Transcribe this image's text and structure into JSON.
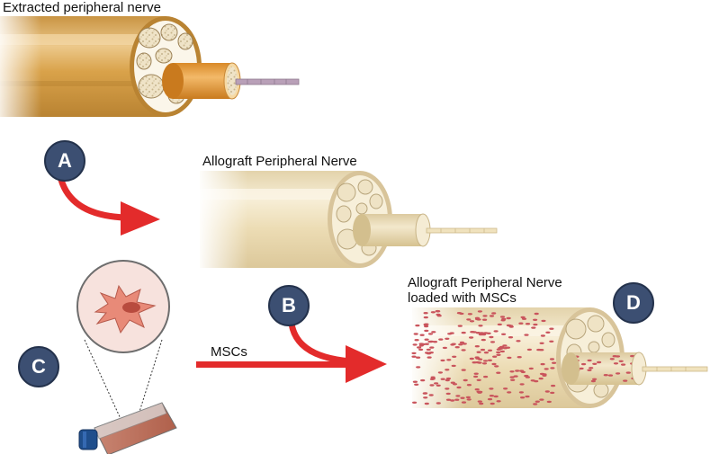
{
  "labels": {
    "extracted": "Extracted peripheral nerve",
    "allograft": "Allograft Peripheral Nerve",
    "loaded_line1": "Allograft Peripheral Nerve",
    "loaded_line2": "loaded with MSCs",
    "mscs": "MSCs"
  },
  "steps": {
    "a": "A",
    "b": "B",
    "c": "C",
    "d": "D"
  },
  "colors": {
    "badge": "#3c4f72",
    "arrow": "#e32b2b",
    "nerve_orange": "#d9a24a",
    "nerve_pale": "#efe1bd",
    "cell_red": "#c9545c"
  }
}
